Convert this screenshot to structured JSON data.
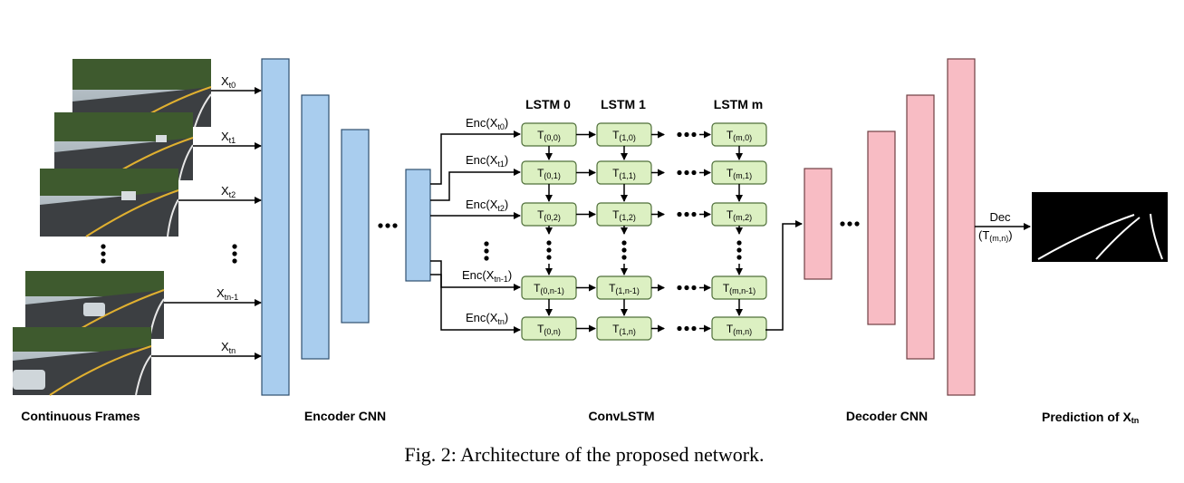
{
  "labels": {
    "frames": "Continuous Frames",
    "encoder": "Encoder CNN",
    "convlstm": "ConvLSTM",
    "decoder": "Decoder CNN",
    "prediction_main": "Prediction of X",
    "prediction_sub": "tn"
  },
  "caption": "Fig. 2: Architecture of the proposed network.",
  "inputs": [
    {
      "main": "X",
      "sub": "t0"
    },
    {
      "main": "X",
      "sub": "t1"
    },
    {
      "main": "X",
      "sub": "t2"
    },
    {
      "main": "X",
      "sub": "tn-1"
    },
    {
      "main": "X",
      "sub": "tn"
    }
  ],
  "enc_labels": [
    {
      "main": "Enc(X",
      "sub": "t0",
      "end": ")"
    },
    {
      "main": "Enc(X",
      "sub": "t1",
      "end": ")"
    },
    {
      "main": "Enc(X",
      "sub": "t2",
      "end": ")"
    },
    {
      "main": "Enc(X",
      "sub": "tn-1",
      "end": ")"
    },
    {
      "main": "Enc(X",
      "sub": "tn",
      "end": ")"
    }
  ],
  "lstm_headers": [
    "LSTM 0",
    "LSTM 1",
    "LSTM m"
  ],
  "cells": [
    [
      {
        "sub": "(0,0)"
      },
      {
        "sub": "(1,0)"
      },
      {
        "sub": "(m,0)"
      }
    ],
    [
      {
        "sub": "(0,1)"
      },
      {
        "sub": "(1,1)"
      },
      {
        "sub": "(m,1)"
      }
    ],
    [
      {
        "sub": "(0,2)"
      },
      {
        "sub": "(1,2)"
      },
      {
        "sub": "(m,2)"
      }
    ],
    [
      {
        "sub": "(0,n-1)"
      },
      {
        "sub": "(1,n-1)"
      },
      {
        "sub": "(m,n-1)"
      }
    ],
    [
      {
        "sub": "(0,n)"
      },
      {
        "sub": "(1,n)"
      },
      {
        "sub": "(m,n)"
      }
    ]
  ],
  "cell_letter": "T",
  "dec_label": {
    "top": "Dec",
    "main": "(T",
    "sub": "(m,n)",
    "end": ")"
  },
  "colors": {
    "encoder_fill": "#a9cdee",
    "encoder_stroke": "#2f4f6f",
    "decoder_fill": "#f8bcc4",
    "decoder_stroke": "#6f3f44",
    "cell_fill": "#dcf0c2",
    "cell_stroke": "#4f6f3a",
    "road_dark": "#3c3f42",
    "foliage": "#3e5a2e"
  }
}
